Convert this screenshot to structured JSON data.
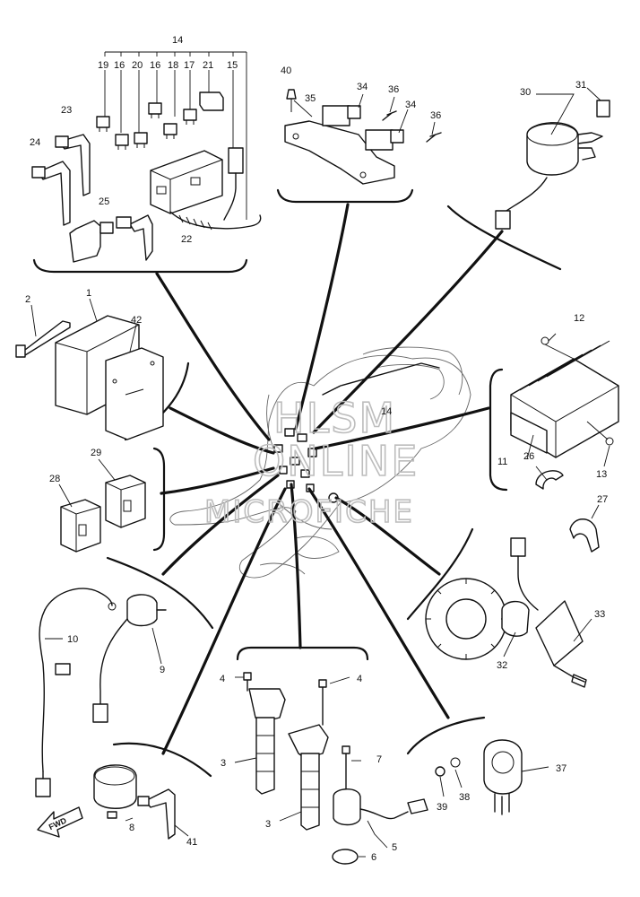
{
  "diagram": {
    "watermark": {
      "line1": "HLSM",
      "line2": "ONLINE",
      "line3": "MICROFICHE"
    },
    "fwd_label": "FWD",
    "callouts": {
      "c1": "1",
      "c2": "2",
      "c3a": "3",
      "c3b": "3",
      "c4a": "4",
      "c4b": "4",
      "c5": "5",
      "c6": "6",
      "c7": "7",
      "c8": "8",
      "c9": "9",
      "c10": "10",
      "c11": "11",
      "c12": "12",
      "c13": "13",
      "c14": "14",
      "c14b": "14",
      "c15": "15",
      "c16a": "16",
      "c16b": "16",
      "c17": "17",
      "c18": "18",
      "c19": "19",
      "c20": "20",
      "c21": "21",
      "c22": "22",
      "c23": "23",
      "c24": "24",
      "c25": "25",
      "c26": "26",
      "c27": "27",
      "c28": "28",
      "c29": "29",
      "c30": "30",
      "c31": "31",
      "c32": "32",
      "c33": "33",
      "c34a": "34",
      "c34b": "34",
      "c35": "35",
      "c36a": "36",
      "c36b": "36",
      "c37": "37",
      "c38": "38",
      "c39": "39",
      "c40": "40",
      "c41": "41",
      "c42": "42"
    }
  }
}
